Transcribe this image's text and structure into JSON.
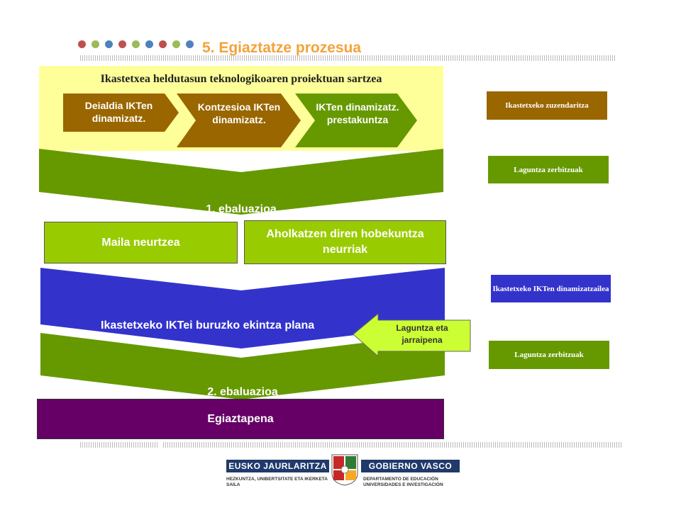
{
  "header": {
    "title": "5. Egiaztatze prozesua",
    "dot_colors": [
      "#c0504d",
      "#9bbb59",
      "#4f81bd",
      "#c0504d",
      "#9bbb59",
      "#4f81bd",
      "#c0504d",
      "#9bbb59",
      "#4f81bd"
    ]
  },
  "phase1": {
    "title": "Ikastetxea heldutasun teknologikoaren proiektuan sartzea",
    "steps": [
      {
        "label": "Deialdia IKTen dinamizatz.",
        "color": "#996600"
      },
      {
        "label": "Kontzesioa IKTen dinamizatz.",
        "color": "#996600"
      },
      {
        "label": "IKTen dinamizatz. prestakuntza",
        "color": "#669900"
      }
    ]
  },
  "evaluation1": {
    "label": "1. ebaluazioa"
  },
  "results": {
    "level": "Maila neurtzea",
    "improvements": "Aholkatzen diren hobekuntza neurriak"
  },
  "action_plan": {
    "label": "Ikastetxeko IKTei buruzko ekintza plana"
  },
  "support": {
    "label": "Laguntza eta jarraipena"
  },
  "evaluation2": {
    "label": "2. ebaluazioa"
  },
  "verification": {
    "label": "Egiaztapena"
  },
  "actors": [
    {
      "label": "Ikastetxeko zuzendaritza",
      "color": "#996600"
    },
    {
      "label": "Laguntza zerbitzuak",
      "color": "#669900"
    },
    {
      "label": "Ikastetxeko IKTen dinamizatzailea",
      "color": "#3333cc"
    },
    {
      "label": "Laguntza zerbitzuak",
      "color": "#669900"
    }
  ],
  "colors": {
    "green_band": "#669900",
    "blue_band": "#3333cc",
    "light_green": "#99cc00",
    "lime": "#ccff33",
    "purple": "#660066",
    "title_orange": "#f4a23a"
  },
  "footer": {
    "left_brand": "EUSKO JAURLARITZA",
    "right_brand": "GOBIERNO VASCO",
    "left_dept": "HEZKUNTZA, UNIBERTSITATE ETA IKERKETA SAILA",
    "right_dept": "DEPARTAMENTO DE EDUCACIÓN UNIVERSIDADES E INVESTIGACIÓN"
  }
}
